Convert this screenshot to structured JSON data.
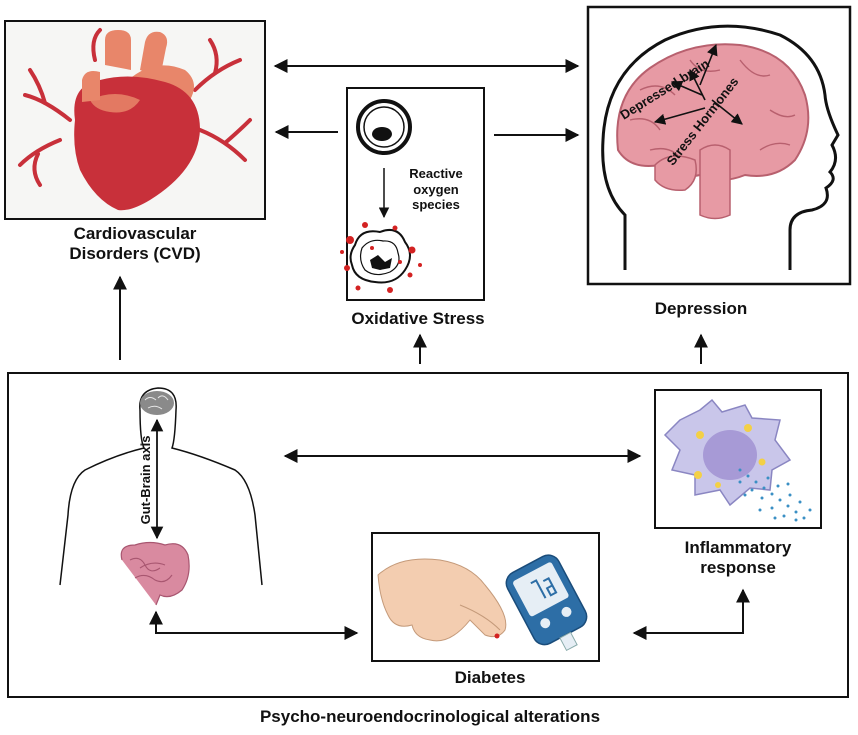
{
  "nodes": {
    "cvd": {
      "label_line1": "Cardiovascular",
      "label_line2": "Disorders (CVD)"
    },
    "oxidative": {
      "label": "Oxidative Stress",
      "ros_line1": "Reactive",
      "ros_line2": "oxygen",
      "ros_line3": "species"
    },
    "depression": {
      "label": "Depression",
      "brain_text1": "Depressed brain",
      "brain_text2": "Stress Hormones"
    },
    "gut_brain": {
      "label": "Gut-Brain axis"
    },
    "inflammatory": {
      "label_line1": "Inflammatory",
      "label_line2": "response"
    },
    "diabetes": {
      "label": "Diabetes"
    },
    "psycho": {
      "label": "Psycho-neuroendocrinological alterations"
    }
  },
  "colors": {
    "heart_red": "#c8303a",
    "heart_orange": "#e8866a",
    "brain_pink": "#e79aa4",
    "skin": "#f3cdb0",
    "intestine": "#d98aa0",
    "cell_lavender": "#c9c6ea",
    "nucleus": "#a79ad6",
    "dots_blue": "#3a8fc4",
    "line": "#111111"
  }
}
